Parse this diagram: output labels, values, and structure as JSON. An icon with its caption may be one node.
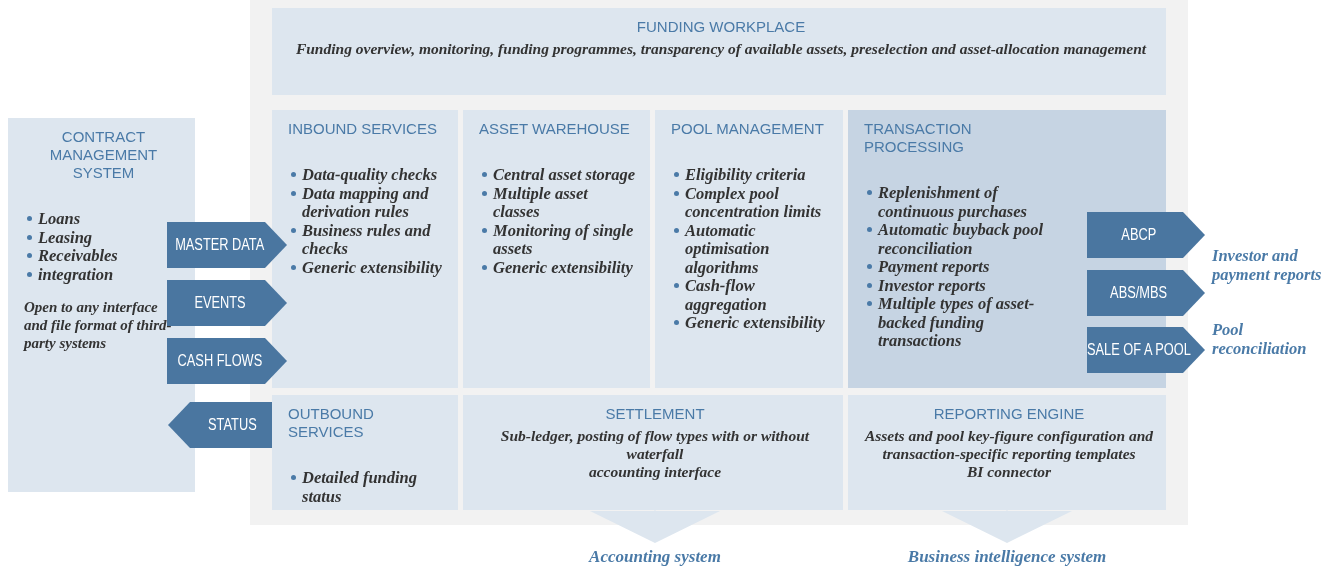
{
  "diagram": {
    "nodes": [
      {
        "text": [
          "FUNDING WORKPLACE",
          "Funding overview, monitoring, funding programmes, transparency of available assets, preselection and asset-allocation management"
        ]
      },
      {
        "text": [
          "CONTRACT MANAGEMENT SYSTEM",
          "Loans",
          "Leasing",
          "Receivables",
          "integration",
          "Open to any interface and file format of third-party systems"
        ]
      },
      {
        "text": [
          "INBOUND SERVICES",
          "Data-quality checks",
          "Data mapping and derivation rules",
          "Business rules and checks",
          "Generic extensibility"
        ]
      },
      {
        "text": [
          "ASSET WAREHOUSE",
          "Central asset storage",
          "Multiple asset classes",
          "Monitoring of single assets",
          "Generic extensibility"
        ]
      },
      {
        "text": [
          "POOL MANAGEMENT",
          "Eligibility criteria",
          "Complex pool concentration limits",
          "Automatic optimisation algorithms",
          "Cash-flow aggregation",
          "Generic extensibility"
        ]
      },
      {
        "text": [
          "TRANSACTION PROCESSING",
          "Replenishment of continuous purchases",
          "Automatic buyback pool reconciliation",
          "Payment reports",
          "Investor reports",
          "Multiple types of asset-backed funding transactions"
        ]
      },
      {
        "text": [
          "MASTER DATA"
        ]
      },
      {
        "text": [
          "EVENTS"
        ]
      },
      {
        "text": [
          "CASH FLOWS"
        ]
      },
      {
        "text": [
          "ABCP"
        ]
      },
      {
        "text": [
          "ABS/MBS"
        ]
      },
      {
        "text": [
          "SALE OF A POOL"
        ]
      },
      {
        "text": [
          "STATUS"
        ]
      },
      {
        "text": [
          "OUTBOUND SERVICES",
          "Detailed funding status"
        ]
      },
      {
        "text": [
          "SETTLEMENT",
          "Sub-ledger, posting of flow types with or without waterfall",
          "accounting interface"
        ]
      },
      {
        "text": [
          "REPORTING ENGINE",
          "Assets and pool key-figure configuration and transaction-specific reporting templates",
          "BI connector"
        ]
      },
      {
        "text": [
          "Accounting system"
        ]
      },
      {
        "text": [
          "Business intelligence system"
        ]
      }
    ],
    "edges": [
      {
        "from": 14,
        "to": 16,
        "arrow": "to"
      },
      {
        "from": 15,
        "to": 17,
        "arrow": "to"
      }
    ],
    "labels": [
      "Investor and payment reports",
      "Pool reconciliation"
    ]
  }
}
